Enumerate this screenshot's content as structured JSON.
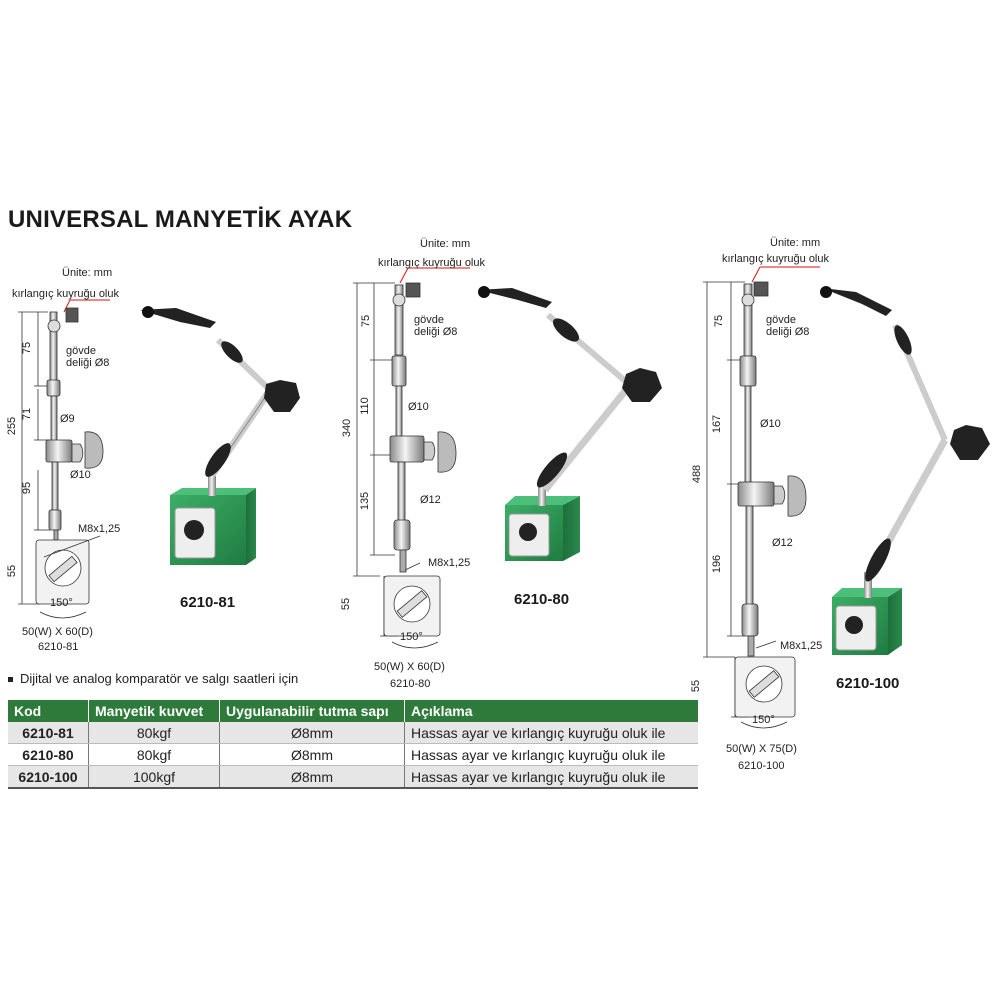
{
  "title": "UNIVERSAL MANYETİK AYAK",
  "drawings": [
    {
      "model": "6210-81",
      "unit": "Ünite: mm",
      "dovetail": "kırlangıç kuyruğu oluk",
      "body_hole": "gövde deliği Ø8",
      "total": "255",
      "segments": [
        "75",
        "71",
        "95"
      ],
      "diameters": [
        "Ø9",
        "Ø10"
      ],
      "thread": "M8x1,25",
      "base_height": "55",
      "angle": "150°",
      "base_size": "50(W) X 60(D)",
      "code_label": "6210-81"
    },
    {
      "model": "6210-80",
      "unit": "Ünite: mm",
      "dovetail": "kırlangıç kuyruğu oluk",
      "body_hole": "gövde deliği Ø8",
      "total": "340",
      "segments": [
        "75",
        "110",
        "135"
      ],
      "diameters": [
        "Ø10",
        "Ø12"
      ],
      "thread": "M8x1,25",
      "base_height": "55",
      "angle": "150°",
      "base_size": "50(W) X 60(D)",
      "code_label": "6210-80"
    },
    {
      "model": "6210-100",
      "unit": "Ünite: mm",
      "dovetail": "kırlangıç kuyruğu oluk",
      "body_hole": "gövde deliği Ø8",
      "total": "488",
      "segments": [
        "75",
        "167",
        "196"
      ],
      "diameters": [
        "Ø10",
        "Ø12"
      ],
      "thread": "M8x1,25",
      "base_height": "55",
      "angle": "150°",
      "base_size": "50(W) X 75(D)",
      "code_label": "6210-100"
    }
  ],
  "note": "Dijital ve analog komparatör ve salgı saatleri için",
  "table": {
    "headers": [
      "Kod",
      "Manyetik kuvvet",
      "Uygulanabilir tutma sapı",
      "Açıklama"
    ],
    "rows": [
      [
        "6210-81",
        "80kgf",
        "Ø8mm",
        "Hassas ayar ve kırlangıç kuyruğu oluk ile"
      ],
      [
        "6210-80",
        "80kgf",
        "Ø8mm",
        "Hassas ayar ve kırlangıç kuyruğu oluk ile"
      ],
      [
        "6210-100",
        "100kgf",
        "Ø8mm",
        "Hassas ayar ve kırlangıç kuyruğu oluk ile"
      ]
    ]
  },
  "colors": {
    "header_green": "#2e7a3a",
    "base_green": "#2f9a55",
    "accent_red": "#d11"
  }
}
